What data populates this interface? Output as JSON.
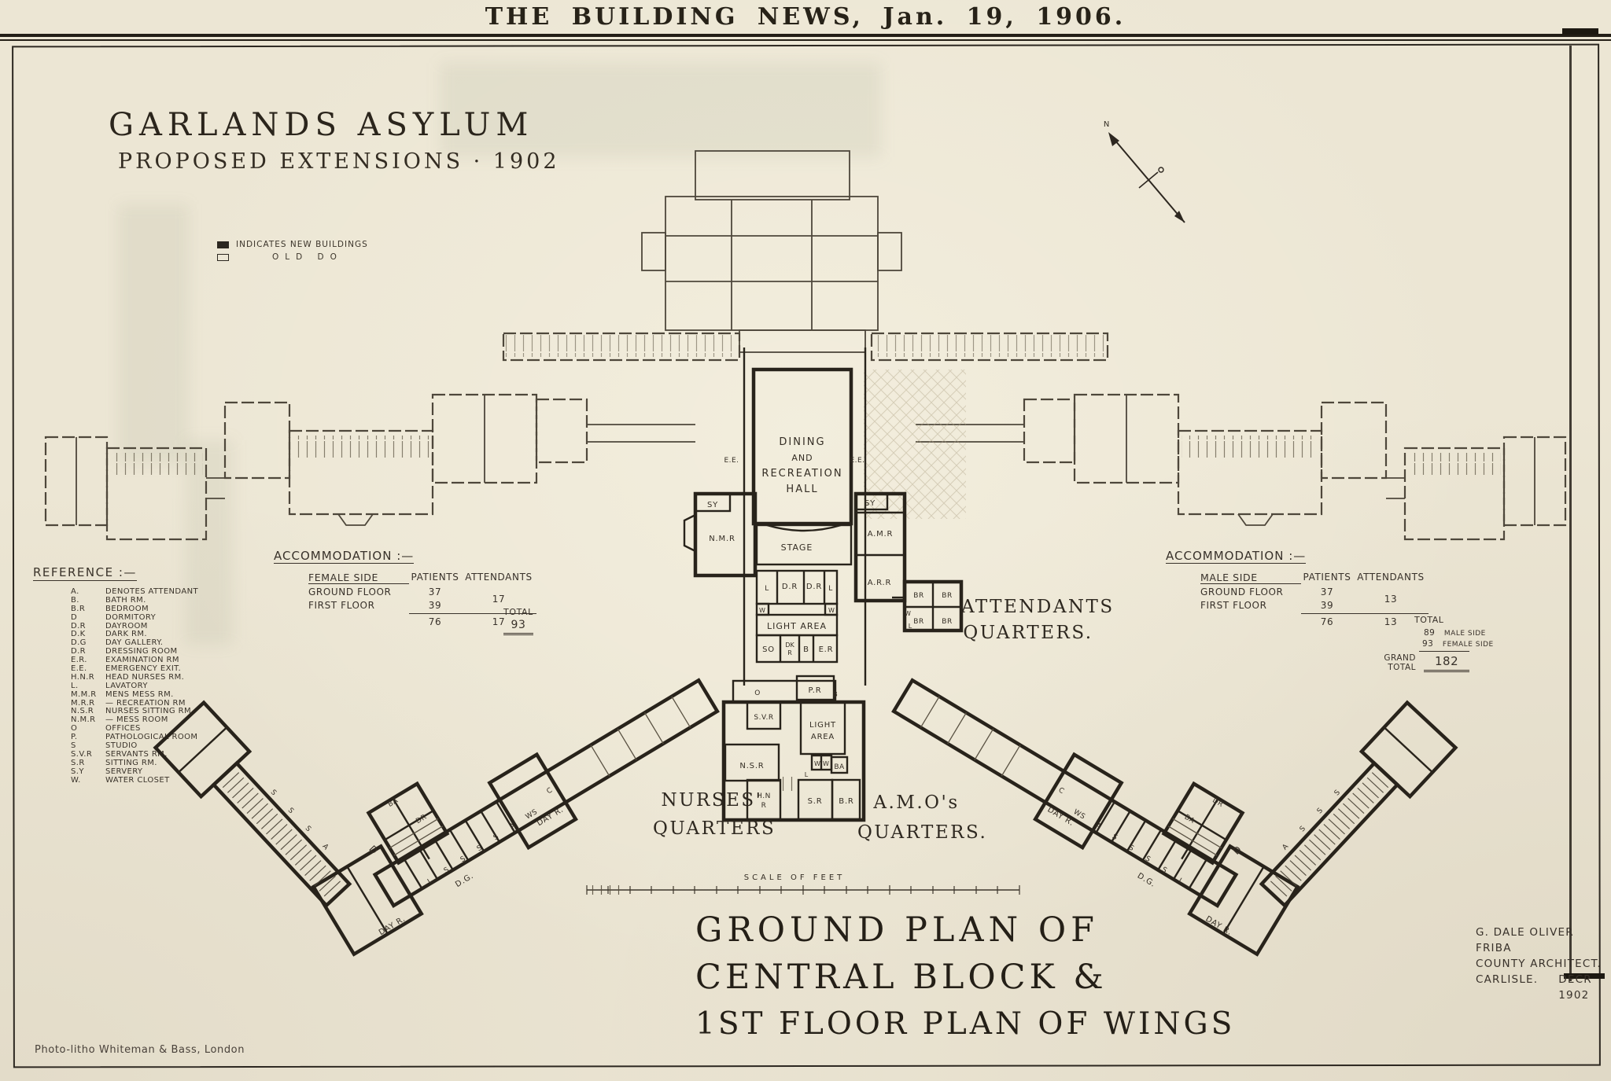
{
  "masthead": "THE BUILDING NEWS, Jan. 19, 1906.",
  "title": {
    "line1": "GARLANDS ASYLUM",
    "line2": "PROPOSED EXTENSIONS · 1902"
  },
  "key": {
    "new_label": "INDICATES NEW BUILDINGS",
    "old_label": "OLD DO"
  },
  "north_label": "N",
  "reference": {
    "heading": "REFERENCE :—",
    "items": [
      {
        "abbr": "A.",
        "meaning": "DENOTES ATTENDANT"
      },
      {
        "abbr": "B.",
        "meaning": "BATH RM."
      },
      {
        "abbr": "B.R",
        "meaning": "BEDROOM"
      },
      {
        "abbr": "D",
        "meaning": "DORMITORY"
      },
      {
        "abbr": "D.R",
        "meaning": "DAYROOM"
      },
      {
        "abbr": "D.K",
        "meaning": "DARK RM."
      },
      {
        "abbr": "D.G",
        "meaning": "DAY GALLERY."
      },
      {
        "abbr": "D.R",
        "meaning": "DRESSING ROOM"
      },
      {
        "abbr": "E.R.",
        "meaning": "EXAMINATION RM"
      },
      {
        "abbr": "E.E.",
        "meaning": "EMERGENCY EXIT."
      },
      {
        "abbr": "H.N.R",
        "meaning": "HEAD NURSES RM."
      },
      {
        "abbr": "L.",
        "meaning": "LAVATORY"
      },
      {
        "abbr": "M.M.R",
        "meaning": "MENS MESS RM."
      },
      {
        "abbr": "M.R.R",
        "meaning": "—  RECREATION RM"
      },
      {
        "abbr": "N.S.R",
        "meaning": "NURSES SITTING RM"
      },
      {
        "abbr": "N.M.R",
        "meaning": "—  MESS ROOM"
      },
      {
        "abbr": "O",
        "meaning": "OFFICES"
      },
      {
        "abbr": "P.",
        "meaning": "PATHOLOGICAL ROOM"
      },
      {
        "abbr": "S",
        "meaning": "STUDIO"
      },
      {
        "abbr": "S.V.R",
        "meaning": "SERVANTS RM."
      },
      {
        "abbr": "S.R",
        "meaning": "SITTING RM."
      },
      {
        "abbr": "S.Y",
        "meaning": "SERVERY"
      },
      {
        "abbr": "W.",
        "meaning": "WATER CLOSET"
      }
    ]
  },
  "acc_female": {
    "heading": "ACCOMMODATION :—",
    "side": "FEMALE SIDE",
    "col_patients": "PATIENTS",
    "col_attendants": "ATTENDANTS",
    "row1_label": "GROUND FLOOR",
    "row1_patients": "37",
    "row2_label": "FIRST FLOOR",
    "row2_patients": "39",
    "attendants": "17",
    "total_patients": "76",
    "total_attendants": "17",
    "total_label": "TOTAL",
    "total_value": "93"
  },
  "acc_male": {
    "heading": "ACCOMMODATION :—",
    "side": "MALE SIDE",
    "col_patients": "PATIENTS",
    "col_attendants": "ATTENDANTS",
    "row1_label": "GROUND FLOOR",
    "row1_patients": "37",
    "row2_label": "FIRST FLOOR",
    "row2_patients": "39",
    "attendants": "13",
    "total_patients": "76",
    "total_attendants": "13"
  },
  "totals": {
    "total_label": "TOTAL",
    "male_value": "89",
    "male_label": "MALE SIDE",
    "female_value": "93",
    "female_label": "FEMALE SIDE",
    "grand_label_1": "GRAND",
    "grand_label_2": "TOTAL",
    "grand_value": "182"
  },
  "captions": {
    "attendants_1": "ATTENDANTS",
    "attendants_2": "QUARTERS.",
    "nurses_1": "NURSES'",
    "nurses_2": "QUARTERS",
    "amo_1": "A.M.O's",
    "amo_2": "QUARTERS."
  },
  "plan": {
    "rooms": {
      "dining": "DINING",
      "and": "AND",
      "recreation": "RECREATION",
      "hall": "HALL",
      "stage": "STAGE",
      "ee_left": "E.E.",
      "ee_right": "E.E.",
      "sy_left": "SY",
      "sy_right": "SY",
      "nmr": "N.M.R",
      "amr": "A.M.R",
      "arr": "A.R.R",
      "l_a": "L",
      "dr_a": "D.R",
      "dr_b": "D.R",
      "l_b": "L",
      "w_a": "W",
      "w_b": "W",
      "light_upper": "LIGHT AREA",
      "so": "SO",
      "dk_1": "DK",
      "dk_2": "R",
      "b_a": "B",
      "er": "E.R",
      "br_a": "BR",
      "br_b": "BR",
      "br_c": "BR",
      "br_d": "BR",
      "w_c": "W",
      "l_c": "L",
      "o": "O",
      "pr": "P.R",
      "b_b": "B",
      "svr": "S.V.R",
      "light_lower_1": "LIGHT",
      "light_lower_2": "AREA",
      "nsr": "N.S.R",
      "w_d": "W",
      "w_e": "W",
      "ba_a": "BA",
      "l_d": "L",
      "hn_1": "H.N",
      "hn_2": "R",
      "sr": "S.R",
      "br_e": "B.R",
      "dayr_ul": "DAY R.",
      "dayr_ll": "DAY R.",
      "dayr_ur": "DAY R.",
      "dayr_lr": "DAY R.",
      "dg_l": "D.G.",
      "dg_r": "D.G.",
      "ba_l": "BA",
      "dr_l": "DR",
      "dr_r": "DR",
      "ba_r": "BA",
      "c_l": "C",
      "c_r": "C",
      "d_l": "D",
      "d_r": "D"
    },
    "ward_left": [
      "L",
      "S",
      "S",
      "S",
      "S",
      "A",
      "WS"
    ],
    "ward_right": [
      "L",
      "S",
      "S",
      "S",
      "S",
      "A",
      "WS"
    ],
    "end_left": [
      "S",
      "S",
      "S",
      "A"
    ],
    "end_right": [
      "S",
      "S",
      "S",
      "A"
    ]
  },
  "scale_label": "SCALE OF FEET",
  "main_title": {
    "line1": "GROUND PLAN OF",
    "line2": "CENTRAL BLOCK &",
    "line3": "1ST FLOOR PLAN OF WINGS"
  },
  "signature": {
    "line1": "G. DALE OLIVER FRIBA",
    "line2": "COUNTY ARCHITECT.",
    "line3": "CARLISLE.",
    "date": "DECR 1902"
  },
  "imprint": "Photo-litho Whiteman & Bass, London"
}
